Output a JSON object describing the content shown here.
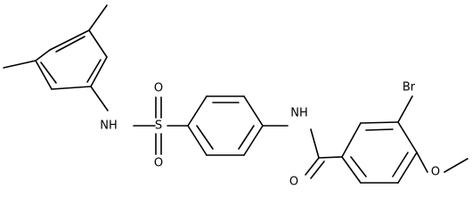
{
  "molecule": {
    "labels": {
      "nh_sulfonamide": "NH",
      "sulfur": "S",
      "oxygen_top": "O",
      "oxygen_bottom": "O",
      "nh_amide": "NH",
      "oxygen_carbonyl": "O",
      "bromine": "Br",
      "oxygen_methoxy": "O"
    }
  }
}
